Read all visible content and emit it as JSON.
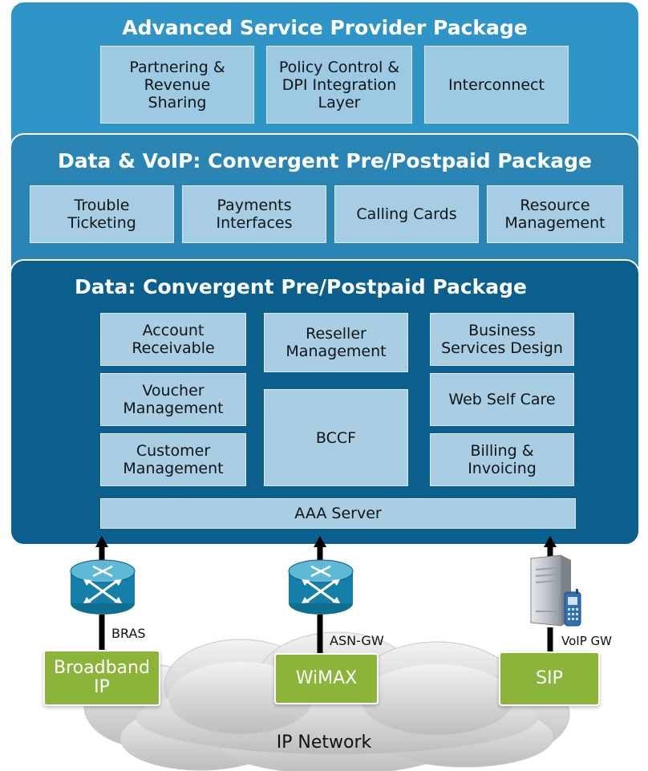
{
  "layers": {
    "advanced": {
      "title": "Advanced Service Provider Package",
      "boxes": [
        "Partnering &\nRevenue\nSharing",
        "Policy Control &\nDPI Integration\nLayer",
        "Interconnect"
      ]
    },
    "data_voip": {
      "title": "Data & VoIP: Convergent Pre/Postpaid Package",
      "boxes": [
        "Trouble\nTicketing",
        "Payments\nInterfaces",
        "Calling Cards",
        "Resource\nManagement"
      ]
    },
    "data": {
      "title": "Data: Convergent Pre/Postpaid Package",
      "left": [
        "Account\nReceivable",
        "Voucher\nManagement",
        "Customer\nManagement"
      ],
      "middle": [
        "Reseller\nManagement",
        "BCCF"
      ],
      "right": [
        "Business\nServices Design",
        "Web Self Care",
        "Billing &\nInvoicing"
      ],
      "server": "AAA Server"
    }
  },
  "network": {
    "gateways": [
      "BRAS",
      "ASN-GW",
      "VoIP GW"
    ],
    "access": [
      "Broadband\nIP",
      "WiMAX",
      "SIP"
    ],
    "cloud_label": "IP Network"
  },
  "colors": {
    "layer1": "#2f94c6",
    "layer2": "#2a85b5",
    "layer3": "#0a5f8c",
    "access_green": "#8db43a"
  },
  "icons": [
    "router-icon",
    "server-icon",
    "mobile-phone-icon",
    "cloud-icon"
  ]
}
